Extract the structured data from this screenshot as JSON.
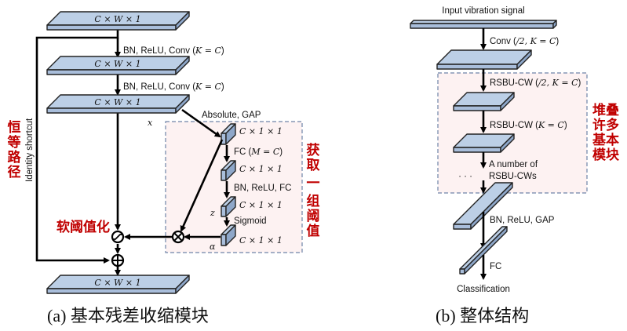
{
  "panel_a": {
    "block_label": "C × W × 1",
    "step1": "BN, ReLU, Conv (",
    "step1_math": "K = C",
    "step2": "BN, ReLU, Conv (",
    "step2_math": "K = C",
    "absolute_gap": "Absolute, GAP",
    "x_label": "x",
    "z_label": "z",
    "alpha_label": "α",
    "small_block_label": "C × 1 × 1",
    "fc_step": "FC (",
    "fc_math": "M = C",
    "bn_relu_fc": "BN, ReLU, FC",
    "sigmoid": "Sigmoid",
    "identity_shortcut": "Identity shortcut",
    "cn_identity": [
      "恒",
      "等",
      "路",
      "径"
    ],
    "cn_soft_threshold": "软阈值化",
    "cn_get_thresholds": [
      "获",
      "取",
      "一",
      "组",
      "阈",
      "值"
    ],
    "caption": "(a) 基本残差收缩模块"
  },
  "panel_b": {
    "input": "Input vibration signal",
    "conv_step": "Conv (",
    "conv_math": "/2, K = C",
    "rsbu1": "RSBU-CW (",
    "rsbu1_math": "/2, K = C",
    "rsbu2": "RSBU-CW (",
    "rsbu2_math": "K = C",
    "a_number_of": "A number of",
    "dots": "· · ·",
    "rsbu_cws": "RSBU-CWs",
    "bn_relu_gap": "BN, ReLU, GAP",
    "fc": "FC",
    "classification": "Classification",
    "cn_stack": [
      "堆叠",
      "许多",
      "基本",
      "模块"
    ],
    "caption": "(b) 整体结构"
  }
}
